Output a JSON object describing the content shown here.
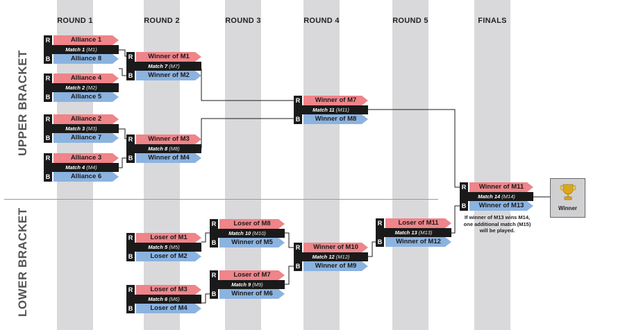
{
  "rounds": [
    "ROUND 1",
    "ROUND 2",
    "ROUND 3",
    "ROUND 4",
    "ROUND 5",
    "FINALS"
  ],
  "brackets": {
    "upper": "UPPER BRACKET",
    "lower": "LOWER BRACKET"
  },
  "slot_tags": {
    "red": "R",
    "blue": "B"
  },
  "matches": {
    "m1": {
      "red": "Alliance 1",
      "name": "Match 1",
      "code": "(M1)",
      "blue": "Alliance 8"
    },
    "m2": {
      "red": "Alliance 4",
      "name": "Match 2",
      "code": "(M2)",
      "blue": "Alliance 5"
    },
    "m3": {
      "red": "Alliance 2",
      "name": "Match 3",
      "code": "(M3)",
      "blue": "Alliance 7"
    },
    "m4": {
      "red": "Alliance 3",
      "name": "Match 4",
      "code": "(M4)",
      "blue": "Alliance 6"
    },
    "m7": {
      "red": "Winner of M1",
      "name": "Match 7",
      "code": "(M7)",
      "blue": "Winner of M2"
    },
    "m8": {
      "red": "Winner of M3",
      "name": "Match 8",
      "code": "(M8)",
      "blue": "Winner of M4"
    },
    "m11": {
      "red": "Winner of M7",
      "name": "Match 11",
      "code": "(M11)",
      "blue": "Winner of M8"
    },
    "m5": {
      "red": "Loser of M1",
      "name": "Match 5",
      "code": "(M5)",
      "blue": "Loser of M2"
    },
    "m6": {
      "red": "Loser of M3",
      "name": "Match 6",
      "code": "(M6)",
      "blue": "Loser of M4"
    },
    "m10": {
      "red": "Loser of M8",
      "name": "Match 10",
      "code": "(M10)",
      "blue": "Winner of M5"
    },
    "m9": {
      "red": "Loser of M7",
      "name": "Match 9",
      "code": "(M9)",
      "blue": "Winner of M6"
    },
    "m12": {
      "red": "Winner of M10",
      "name": "Match 12",
      "code": "(M12)",
      "blue": "Winner of M9"
    },
    "m13": {
      "red": "Loser of M11",
      "name": "Match 13",
      "code": "(M13)",
      "blue": "Winner of M12"
    },
    "m14": {
      "red": "Winner of M11",
      "name": "Match 14",
      "code": "(M14)",
      "blue": "Winner of M13"
    }
  },
  "winner_label": "Winner",
  "note": "If winner of M13 wins M14, one additional match (M15) will be played.",
  "colors": {
    "red": "#ef8489",
    "blue": "#8bb3e0",
    "dark": "#1a1a1a",
    "column": "#d9d9db",
    "trophy": "#d9a81c"
  },
  "icons": {
    "trophy": "trophy-icon"
  }
}
